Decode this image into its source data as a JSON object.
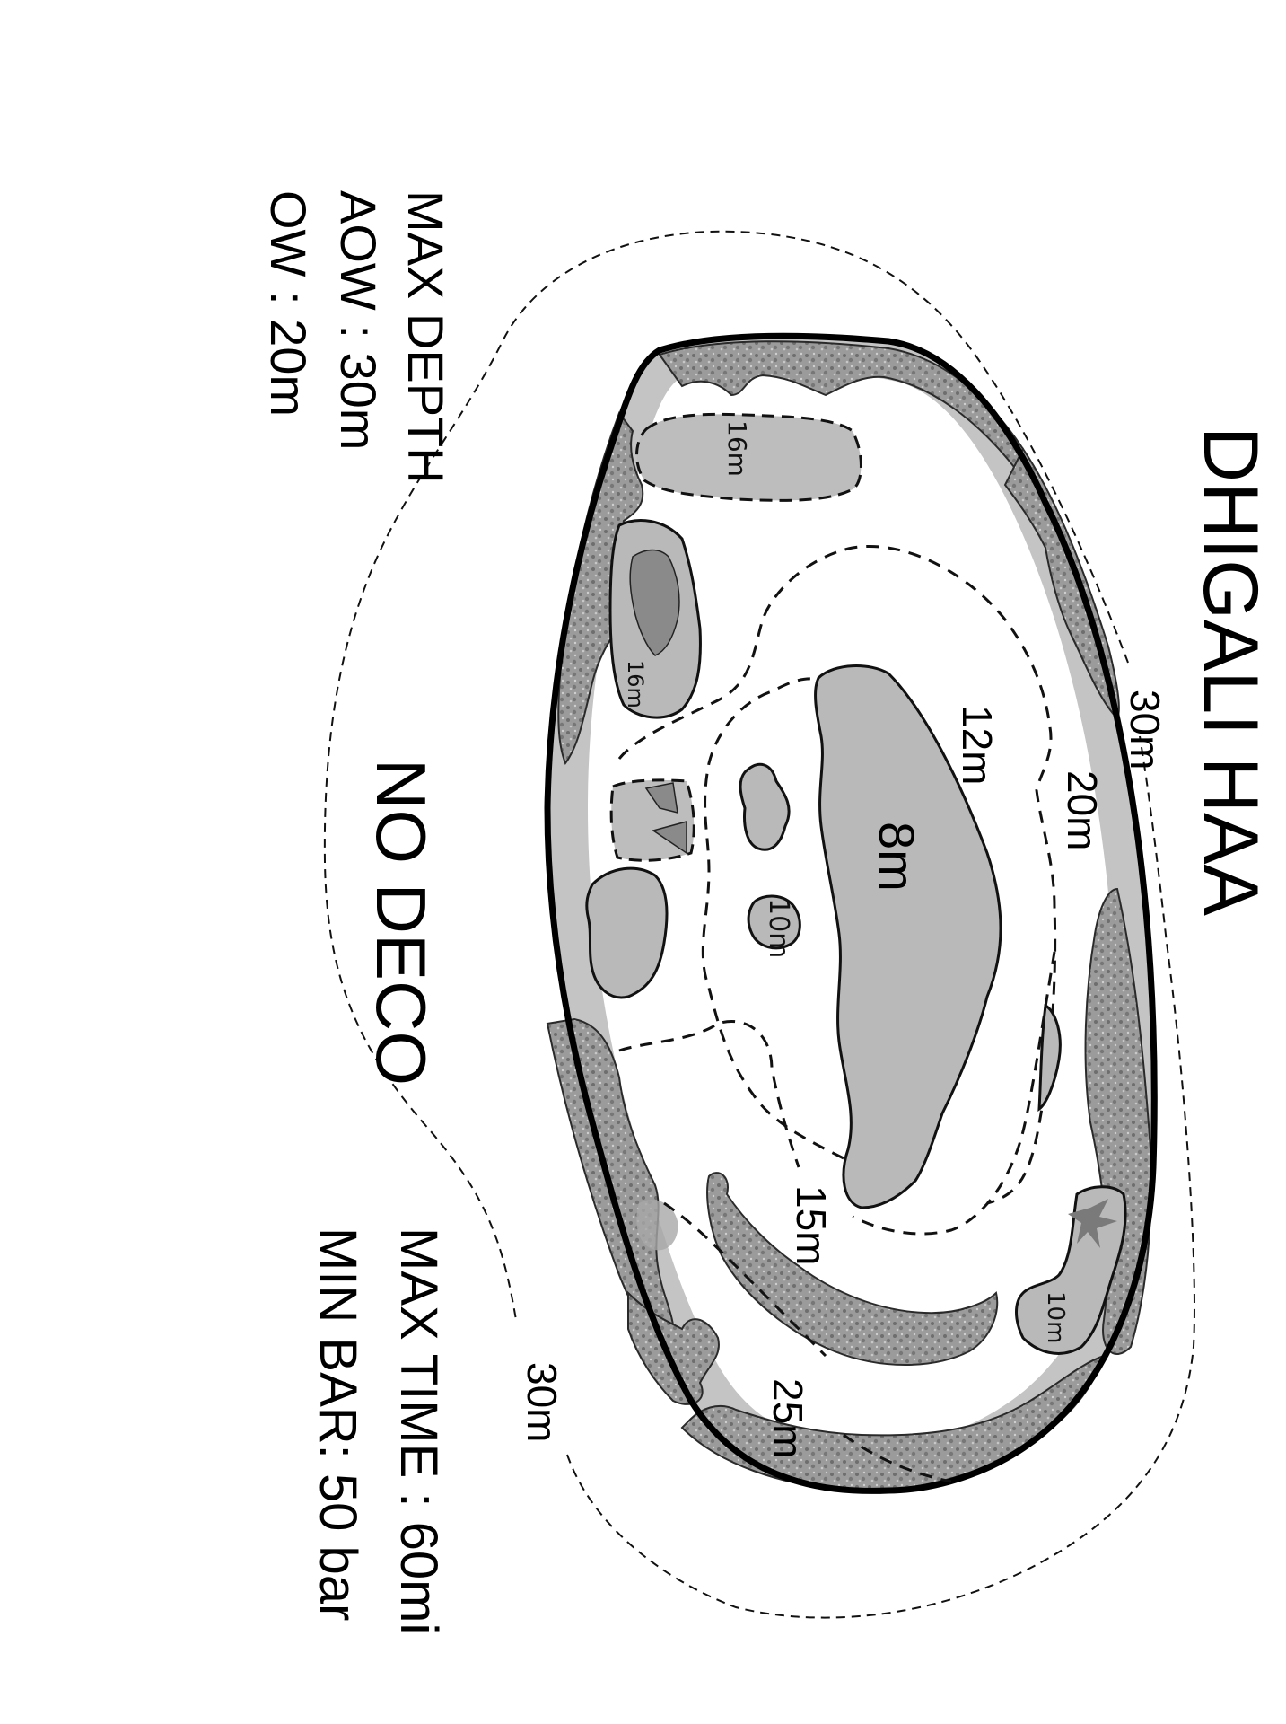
{
  "title": "DHIGALI HAA",
  "site_type_label": "NO DECO",
  "max_depth": {
    "heading": "MAX DEPTH",
    "aow": "AOW : 30m",
    "ow": "OW   : 20m"
  },
  "limits": {
    "max_time": "MAX TIME : 60mi",
    "min_bar": "MIN BAR: 50 bar"
  },
  "depth_labels": {
    "outer_top": "30m",
    "outer_bottom": "30m",
    "contour_20": "20m",
    "contour_12": "12m",
    "contour_15": "15m",
    "contour_25": "25m",
    "pinnacle_main": "8m",
    "pinnacle_small": "10m",
    "pinnacle_right": "10m",
    "pinnacle_left_top": "16m",
    "pinnacle_left_mid": "16m"
  },
  "legend_colors": {
    "reef": "#8c8c8c",
    "sand": "#c4c4c4",
    "shallow_area": "#b9b9b9",
    "deep_patch": "#8a8a8a",
    "outline": "#000000",
    "background": "#ffffff"
  },
  "orientation": "text rotated 90 degrees clockwise"
}
